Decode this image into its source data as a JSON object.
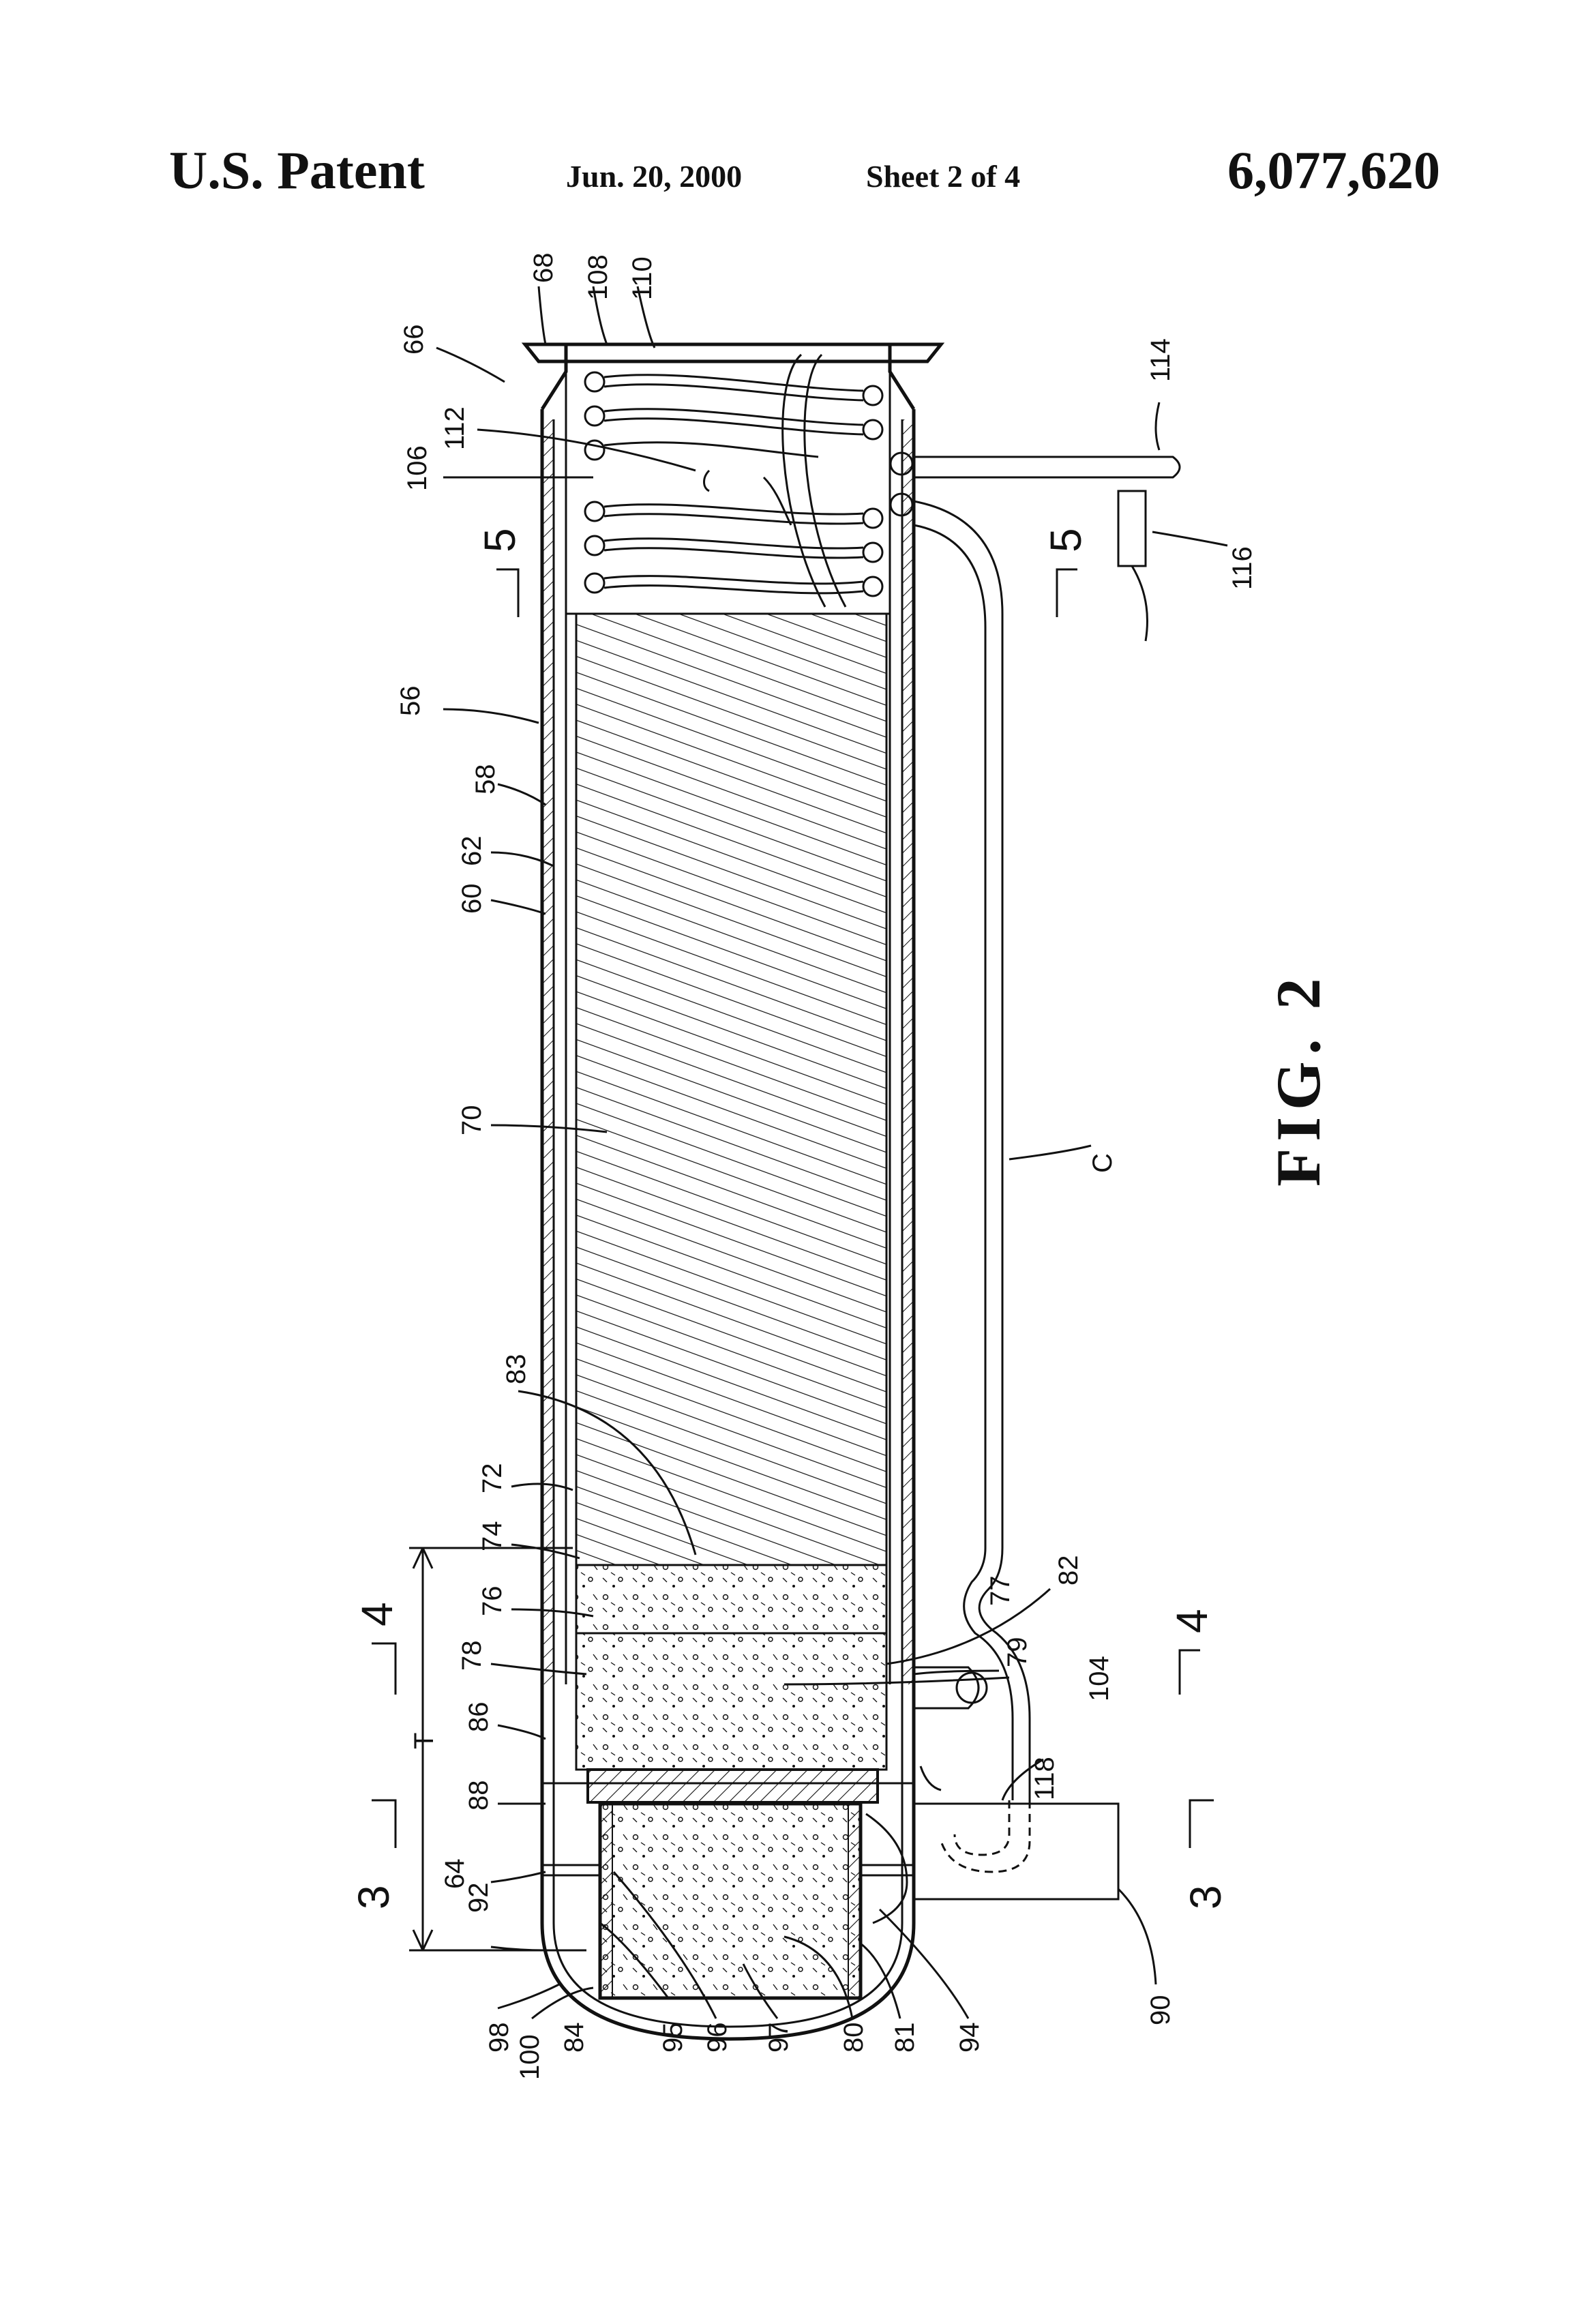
{
  "header": {
    "left": "U.S. Patent",
    "date": "Jun. 20, 2000",
    "sheet": "Sheet 2 of 4",
    "number": "6,077,620"
  },
  "figure_label": "FIG. 2",
  "section_markers": {
    "s5": "5",
    "s4": "4",
    "s3": "3"
  },
  "reference_numerals": {
    "r66": "66",
    "r68": "68",
    "r108": "108",
    "r110": "110",
    "r106": "106",
    "r112": "112",
    "r56": "56",
    "r58": "58",
    "r62": "62",
    "r60": "60",
    "r70": "70",
    "r83": "83",
    "r72": "72",
    "r74": "74",
    "r76": "76",
    "r78": "78",
    "r86": "86",
    "r88": "88",
    "r64": "64",
    "r92": "92",
    "r98": "98",
    "r100": "100",
    "r84": "84",
    "r95": "95",
    "r96": "96",
    "r97": "97",
    "r80": "80",
    "r81": "81",
    "r94": "94",
    "r90": "90",
    "r118": "118",
    "r104": "104",
    "r79": "79",
    "r77": "77",
    "r82": "82",
    "r114": "114",
    "r116": "116",
    "rC": "C",
    "rT": "T"
  }
}
